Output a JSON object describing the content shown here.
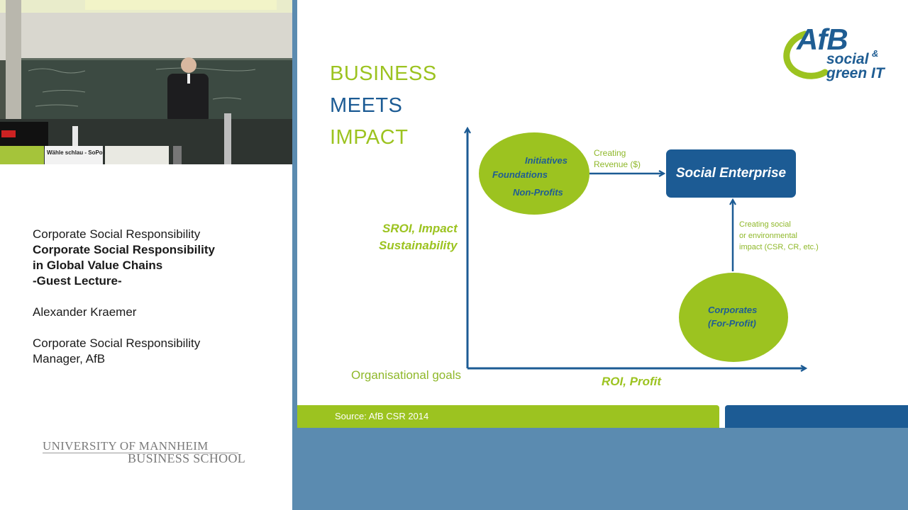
{
  "lecture": {
    "course": "Corporate Social Responsibility",
    "title_line1": "Corporate Social Responsibility",
    "title_line2": "in Global Value Chains",
    "title_line3": "-Guest Lecture-",
    "speaker": "Alexander Kraemer",
    "role_line1": "Corporate Social Responsibility",
    "role_line2": "Manager, AfB"
  },
  "university_logo": {
    "line1": "UNIVERSITY OF MANNHEIM",
    "line2": "BUSINESS SCHOOL"
  },
  "video": {
    "poster_text": "Wähle schlau - SoPo FBVI"
  },
  "slide": {
    "title": [
      "BUSINESS",
      "MEETS",
      "IMPACT"
    ],
    "logo": {
      "brand": "AfB",
      "tagline1": "social",
      "tagline2": "green IT",
      "amp": "&"
    },
    "y_axis_label_line1": "SROI, Impact",
    "y_axis_label_line2": "Sustainability",
    "x_axis_label": "ROI, Profit",
    "origin_label": "Organisational goals",
    "node_initiatives": {
      "line1": "Initiatives",
      "line2": "Foundations",
      "line3": "Non-Profits"
    },
    "node_corporates": {
      "line1": "Corporates",
      "line2": "(For-Profit)"
    },
    "node_social": "Social Enterprise",
    "edge_revenue": {
      "line1": "Creating",
      "line2": "Revenue ($)"
    },
    "edge_impact": {
      "line1": "Creating social",
      "line2": "or environmental",
      "line3": "impact (CSR, CR, etc.)"
    },
    "source": "Source: AfB CSR 2014"
  },
  "colors": {
    "green": "#9cc320",
    "blue": "#1c5b94",
    "band": "#5b8bb0"
  }
}
